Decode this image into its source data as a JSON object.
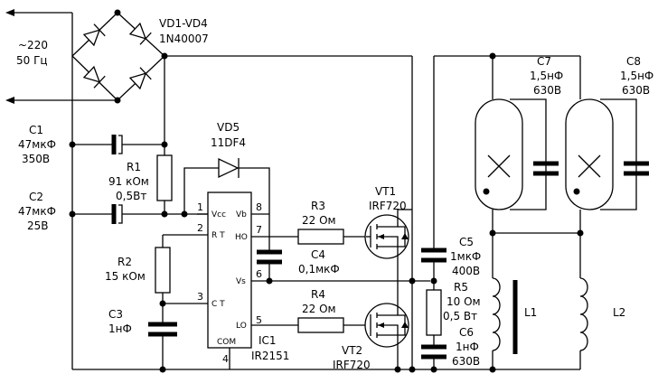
{
  "input": {
    "line1": "~220",
    "line2": "50 Гц"
  },
  "bridge": {
    "name": "VD1-VD4",
    "type": "1N40007"
  },
  "c1": {
    "name": "C1",
    "value": "47мкФ",
    "voltage": "350В"
  },
  "c2": {
    "name": "C2",
    "value": "47мкФ",
    "voltage": "25В"
  },
  "r1": {
    "name": "R1",
    "value": "91 кОм",
    "power": "0,5Вт"
  },
  "vd5": {
    "name": "VD5",
    "type": "11DF4"
  },
  "r2": {
    "name": "R2",
    "value": "15 кОм"
  },
  "c3": {
    "name": "C3",
    "value": "1нФ"
  },
  "ic1": {
    "name": "IC1",
    "type": "IR2151",
    "pins": {
      "vcc": "Vcc",
      "rt": "R T",
      "ct": "C T",
      "com": "COM",
      "vb": "Vb",
      "ho": "HO",
      "vs": "Vs",
      "lo": "LO"
    },
    "numbers": {
      "p1": "1",
      "p2": "2",
      "p3": "3",
      "p4": "4",
      "p5": "5",
      "p6": "6",
      "p7": "7",
      "p8": "8"
    }
  },
  "r3": {
    "name": "R3",
    "value": "22 Ом"
  },
  "c4": {
    "name": "C4",
    "value": "0,1мкФ"
  },
  "r4": {
    "name": "R4",
    "value": "22 Ом"
  },
  "vt1": {
    "name": "VT1",
    "type": "IRF720"
  },
  "vt2": {
    "name": "VT2",
    "type": "IRF720"
  },
  "c5": {
    "name": "C5",
    "value": "1мкФ",
    "voltage": "400В"
  },
  "r5": {
    "name": "R5",
    "value": "10 Ом",
    "power": "0,5 Вт"
  },
  "c6": {
    "name": "C6",
    "value": "1нФ",
    "voltage": "630В"
  },
  "c7": {
    "name": "C7",
    "value": "1,5нФ",
    "voltage": "630В"
  },
  "c8": {
    "name": "C8",
    "value": "1,5нФ",
    "voltage": "630В"
  },
  "l1": {
    "name": "L1"
  },
  "l2": {
    "name": "L2"
  }
}
